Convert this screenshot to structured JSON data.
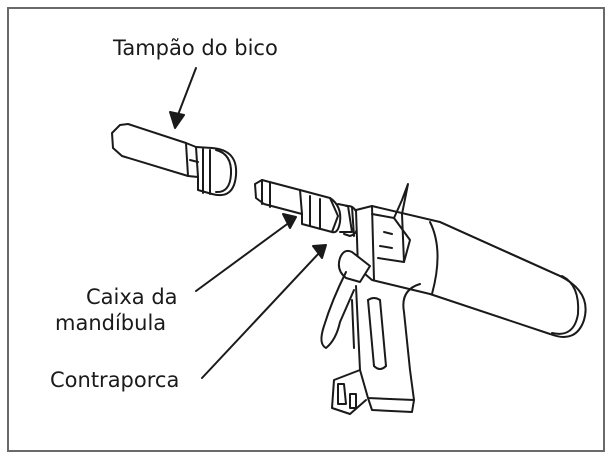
{
  "labels": {
    "nozzle_cap": "Tampão do bico",
    "jaw_housing_line1": "Caixa da",
    "jaw_housing_line2": "mandíbula",
    "lock_nut": "Contraporca"
  },
  "colors": {
    "stroke": "#1a1a1a",
    "frame": "#6a6a6a",
    "background": "#ffffff"
  }
}
